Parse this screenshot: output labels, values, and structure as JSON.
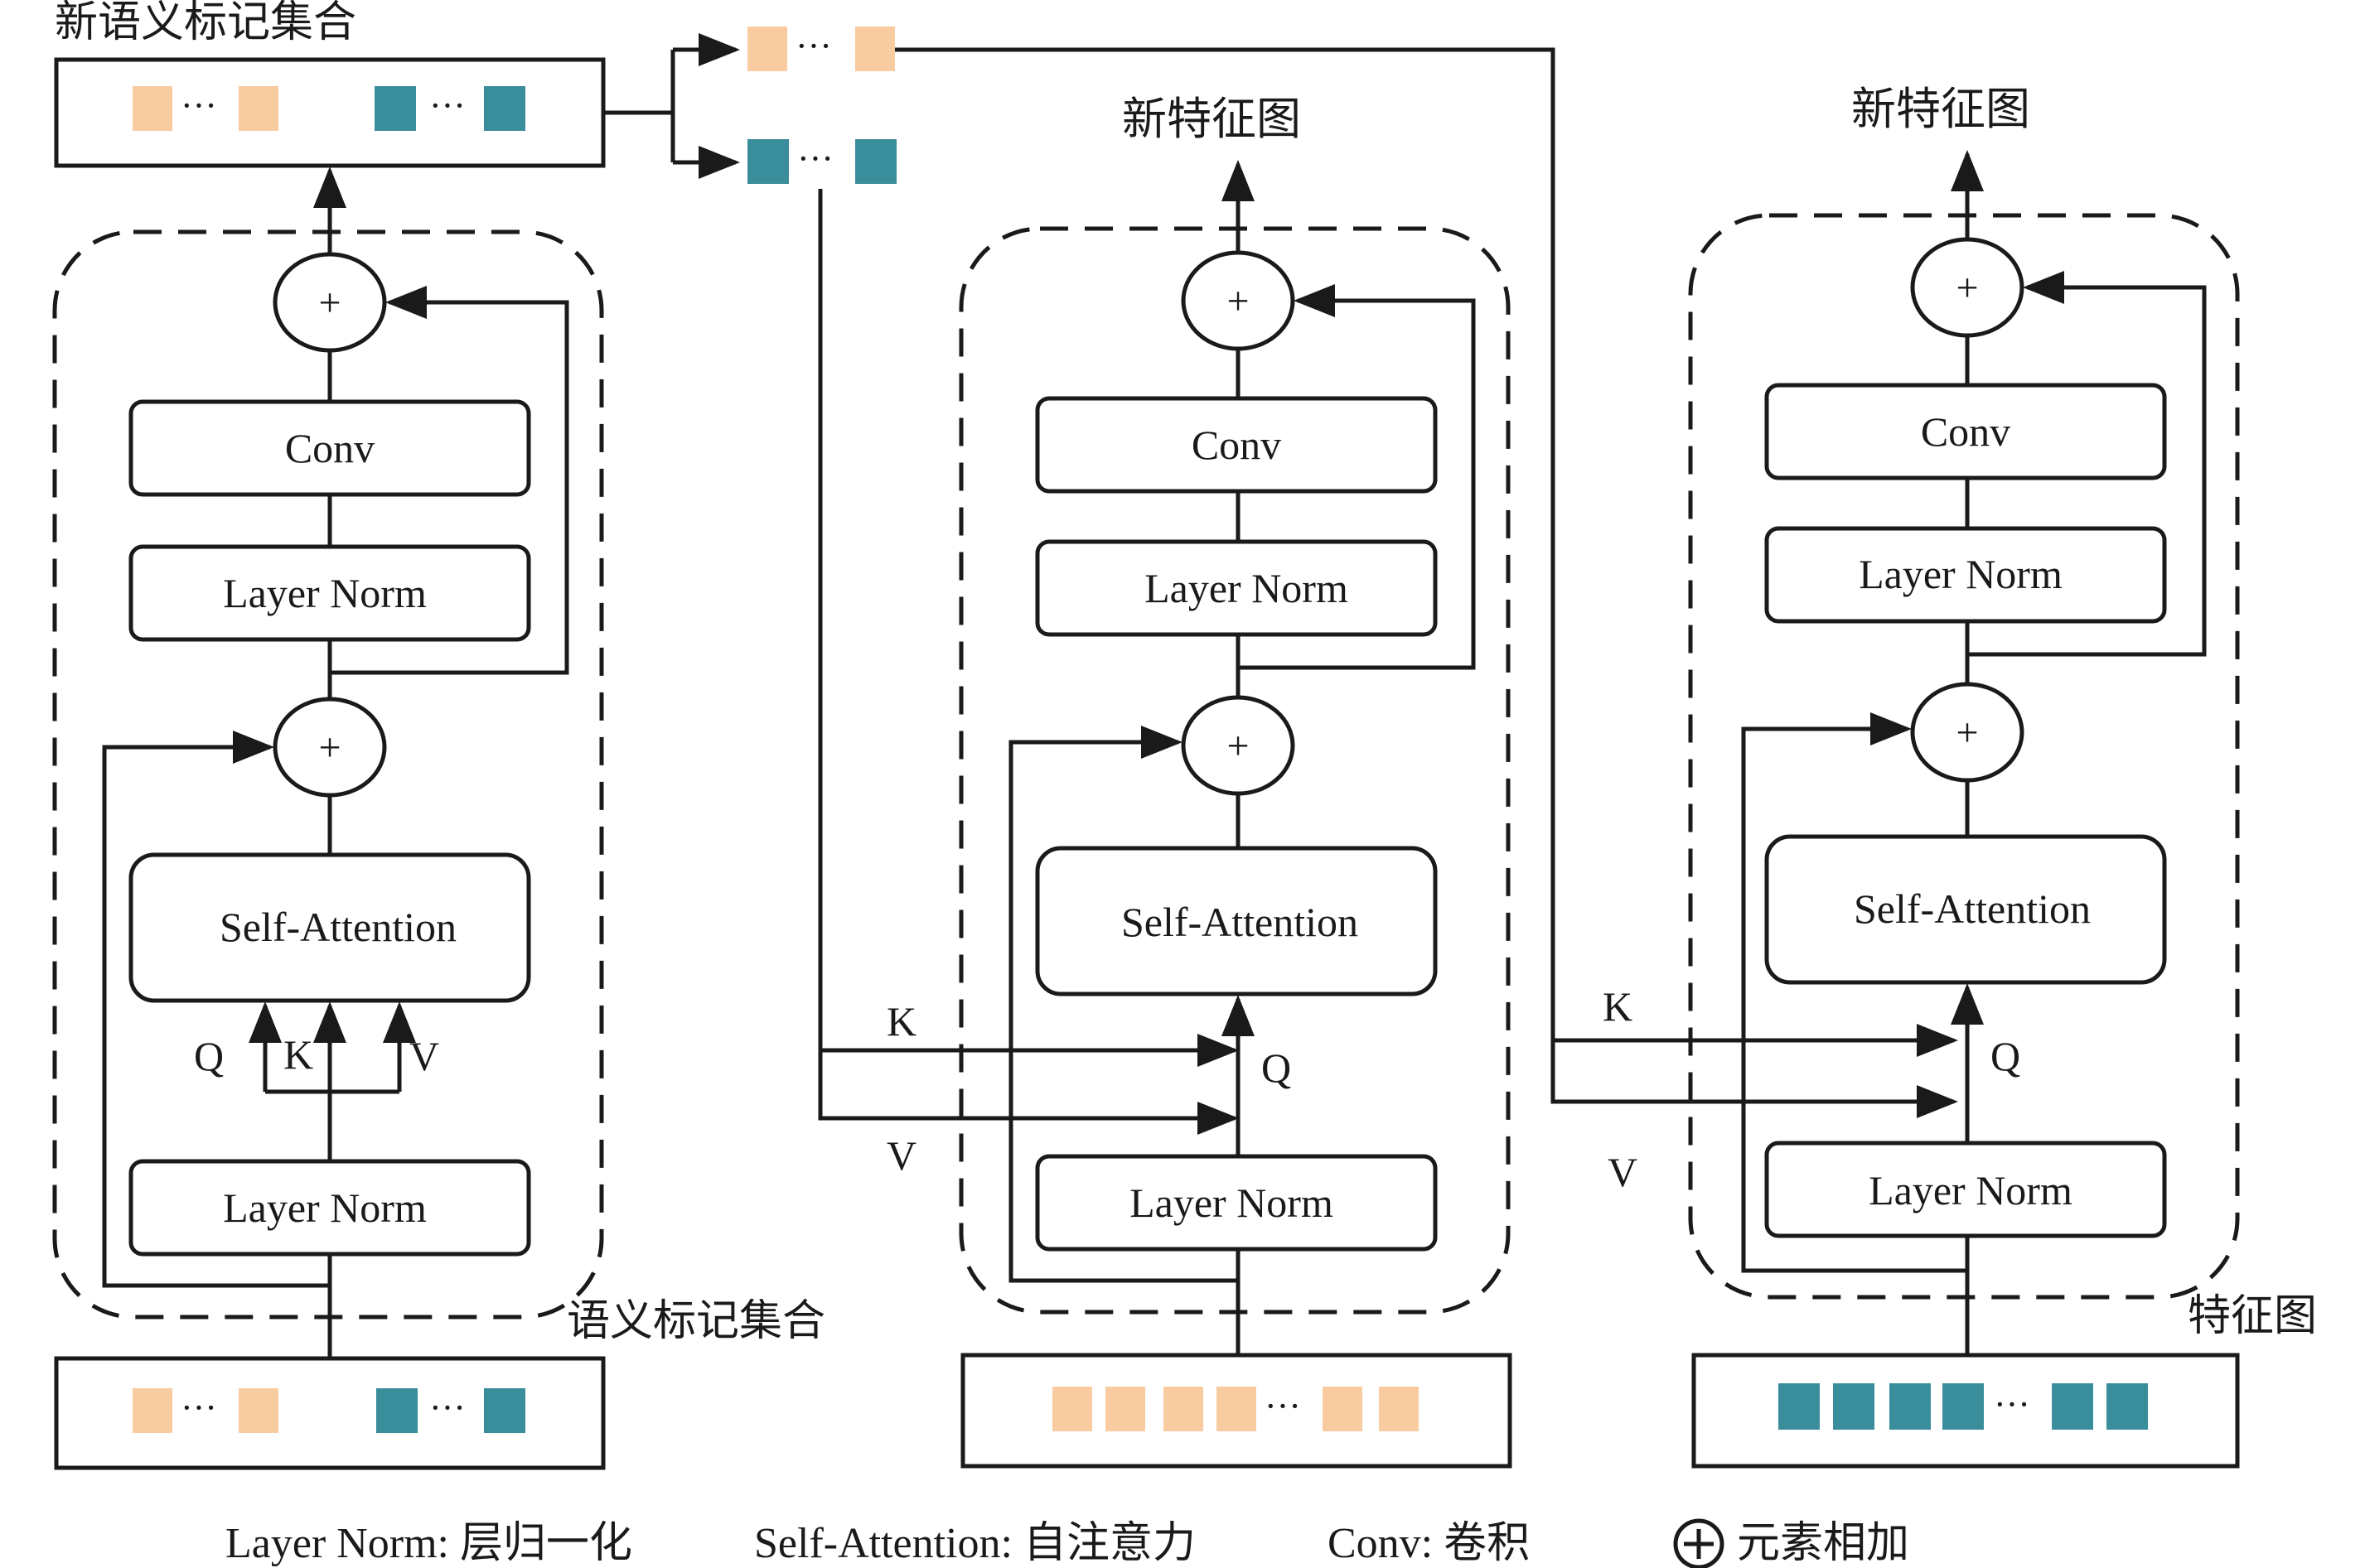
{
  "labels": {
    "new_token_set": "新语义标记集合",
    "token_set": "语义标记集合",
    "new_feature_map_1": "新特征图",
    "new_feature_map_2": "新特征图",
    "feature_map": "特征图",
    "dots": "···"
  },
  "modules": {
    "conv": "Conv",
    "layer_norm": "Layer Norm",
    "self_attention": "Self-Attention",
    "plus": "+"
  },
  "qkv": {
    "q": "Q",
    "k": "K",
    "v": "V"
  },
  "legend": {
    "layer_norm": "Layer Norm: 层归一化",
    "self_attention": "Self-Attention: 自注意力",
    "conv": "Conv: 卷积",
    "add": "元素相加"
  },
  "colors": {
    "token_a": "#f9cba0",
    "token_b": "#3a8e9c",
    "stroke": "#1a1a1a",
    "background": "#ffffff"
  }
}
